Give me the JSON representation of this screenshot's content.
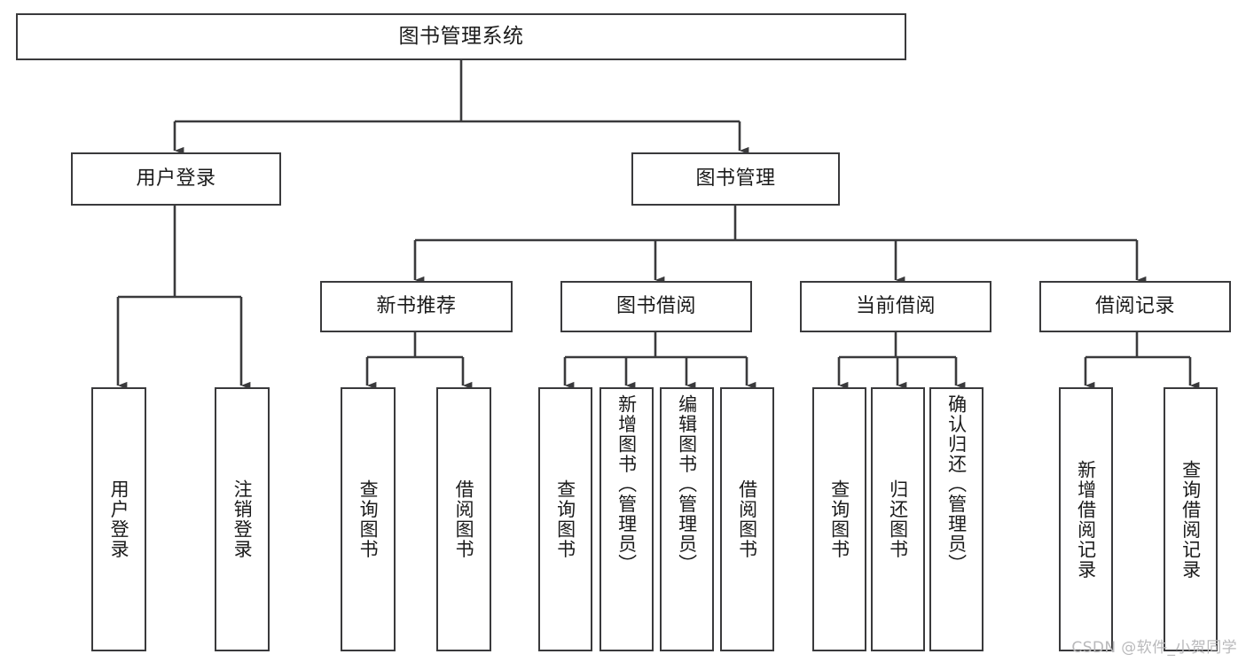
{
  "diagram": {
    "title": "图书管理系统",
    "type": "hierarchy-tree",
    "watermark": "CSDN @软件_小贺同学",
    "colors": {
      "line": "#3a3a3c",
      "box_fill": "#ffffff",
      "text": "#1b1b1b",
      "watermark": "#b9b9bb"
    },
    "levels": {
      "root": {
        "label": "图书管理系统"
      },
      "level2": [
        {
          "label": "用户登录"
        },
        {
          "label": "图书管理"
        }
      ],
      "level3": [
        {
          "label": "新书推荐"
        },
        {
          "label": "图书借阅"
        },
        {
          "label": "当前借阅"
        },
        {
          "label": "借阅记录"
        }
      ],
      "leaves": {
        "user_login": [
          {
            "label": "用户登录"
          },
          {
            "label": "注销登录"
          }
        ],
        "new_book_recommend": [
          {
            "label": "查询图书"
          },
          {
            "label": "借阅图书"
          }
        ],
        "book_borrow": [
          {
            "label": "查询图书"
          },
          {
            "label": "新增图书（管理员）"
          },
          {
            "label": "编辑图书（管理员）"
          },
          {
            "label": "借阅图书"
          }
        ],
        "current_borrow": [
          {
            "label": "查询图书"
          },
          {
            "label": "归还图书"
          },
          {
            "label": "确认归还（管理员）"
          }
        ],
        "borrow_record": [
          {
            "label": "新增借阅记录"
          },
          {
            "label": "查询借阅记录"
          }
        ]
      }
    }
  }
}
